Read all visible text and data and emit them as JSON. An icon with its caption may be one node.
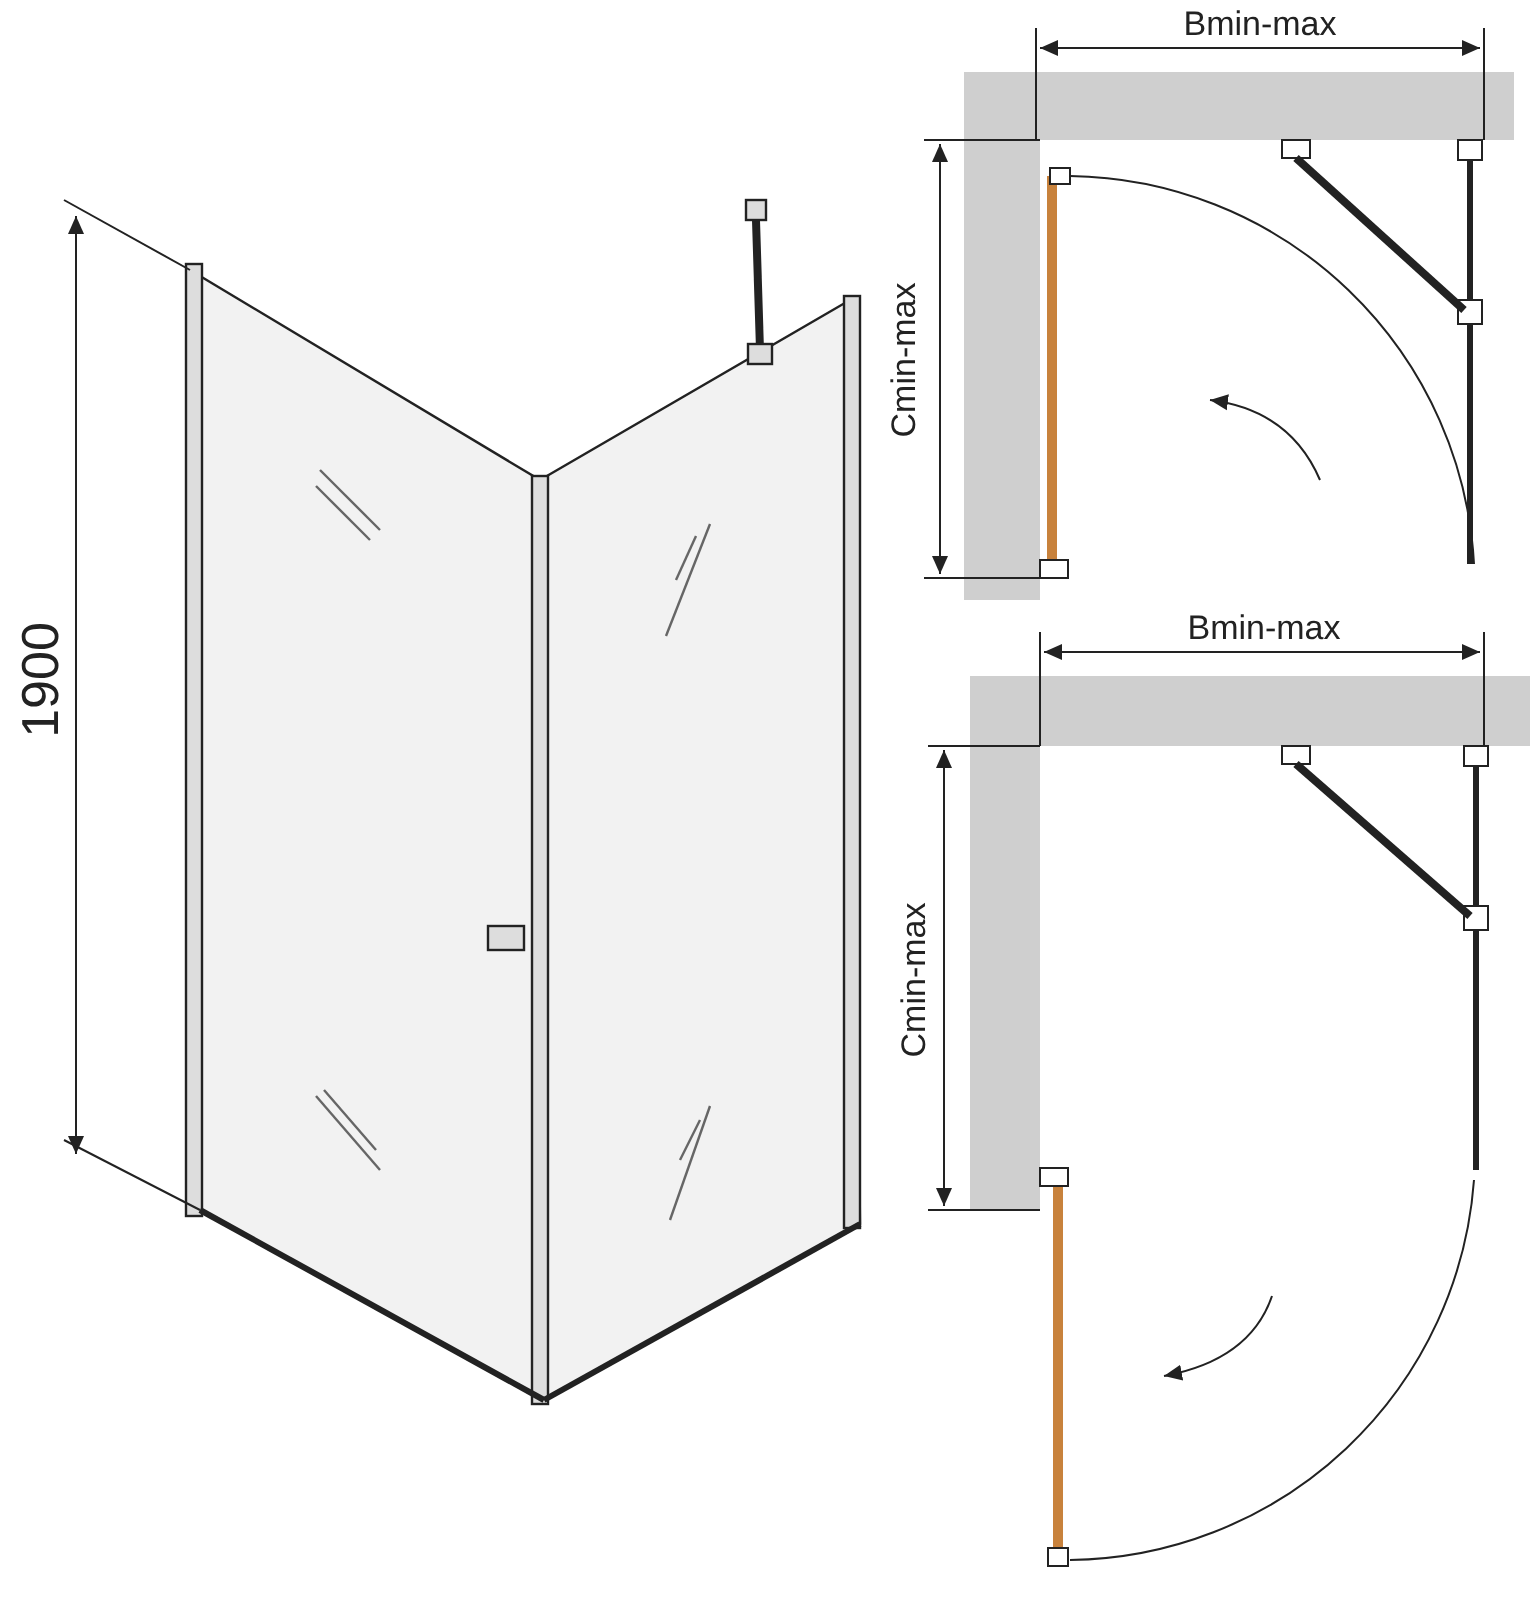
{
  "diagram": {
    "labels": [
      "1900",
      "Bmin-max",
      "Cmin-max",
      "Bmin-max",
      "Cmin-max"
    ]
  }
}
